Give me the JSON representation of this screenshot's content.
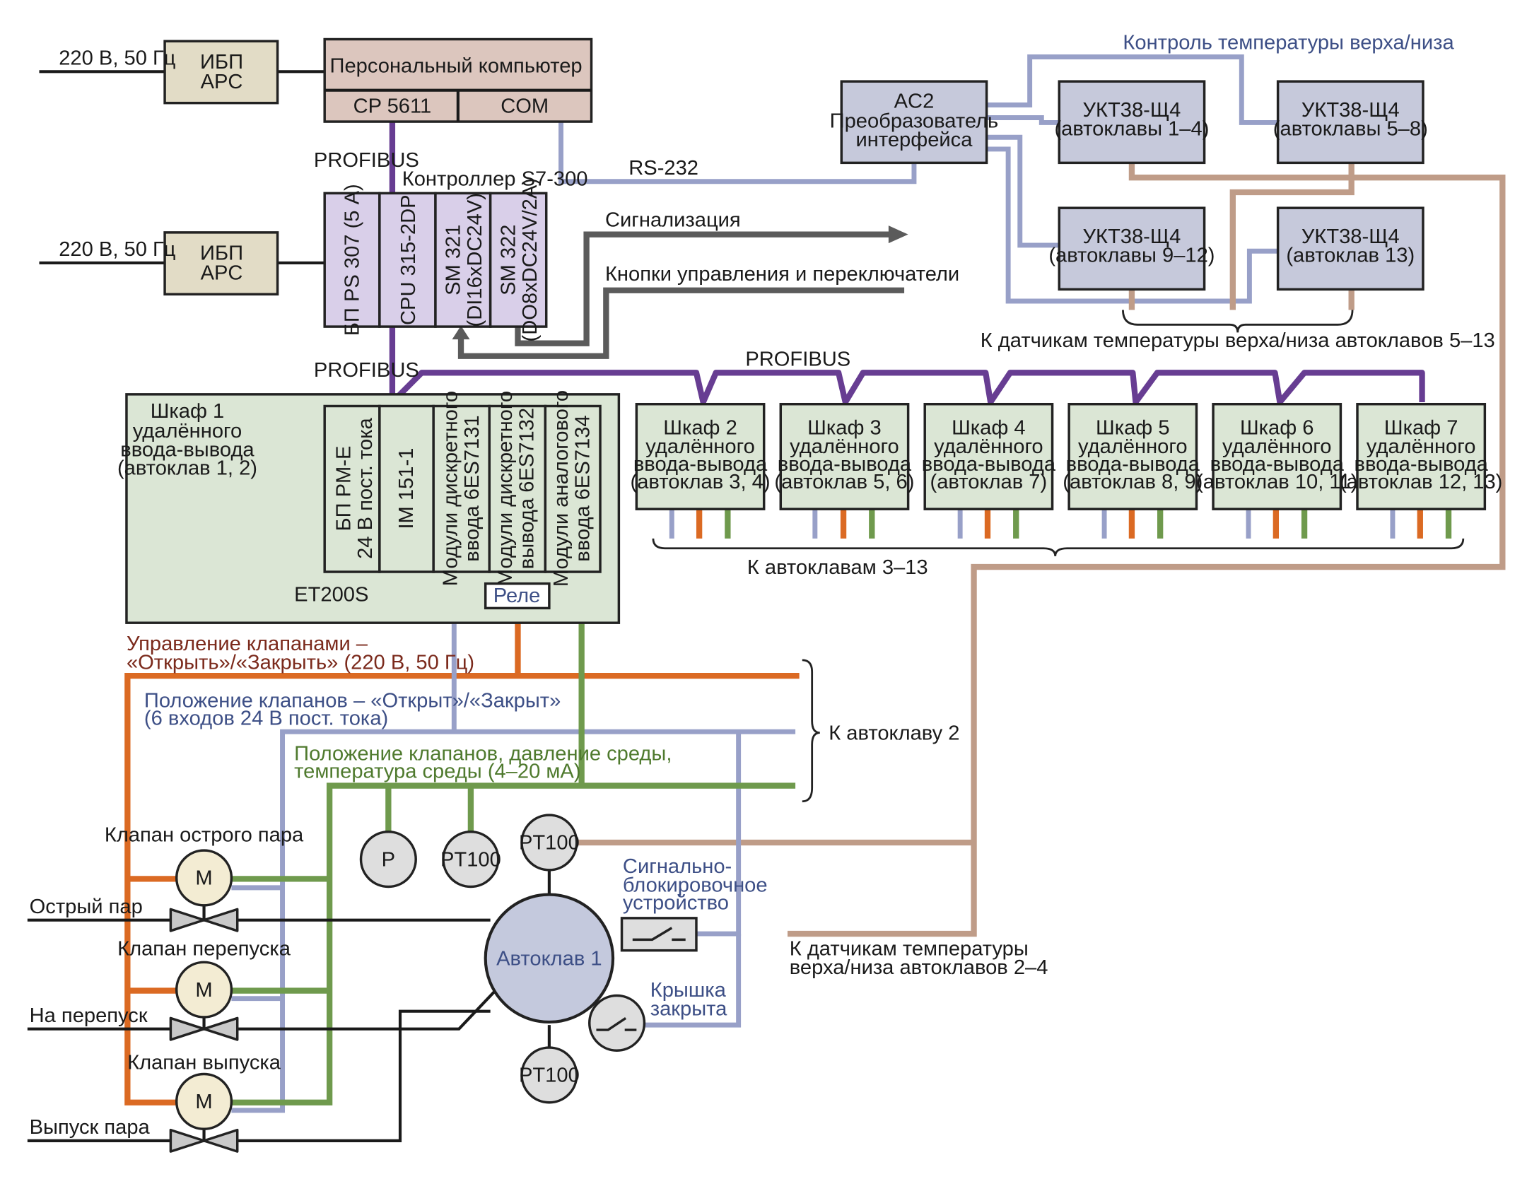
{
  "power": {
    "supply1": "220 В, 50 Гц",
    "supply2": "220 В, 50 Гц"
  },
  "ups1": {
    "line1": "ИБП",
    "line2": "APC"
  },
  "ups2": {
    "line1": "ИБП",
    "line2": "APC"
  },
  "pc": {
    "title": "Персональный компьютер",
    "port1": "CP 5611",
    "port2": "COM"
  },
  "bus": {
    "profibus_top": "PROFIBUS",
    "profibus_mid": "PROFIBUS",
    "profibus_right": "PROFIBUS",
    "rs232": "RS-232"
  },
  "controller": {
    "title": "Контроллер S7-300",
    "modules": [
      {
        "line1": "БП PS 307 (5 А)",
        "line2": ""
      },
      {
        "line1": "CPU 315-2DP",
        "line2": ""
      },
      {
        "line1": "SM 321",
        "line2": "(DI16xDC24V)"
      },
      {
        "line1": "SM 322",
        "line2": "(DO8xDC24V/2A)"
      }
    ]
  },
  "signals": {
    "alarm": "Сигнализация",
    "buttons": "Кнопки управления и переключатели"
  },
  "converter": {
    "line1": "AC2",
    "line2": "Преобразователь",
    "line3": "интерфейса"
  },
  "temperature": {
    "title": "Контроль температуры верха/низа",
    "units": [
      {
        "line1": "УКТ38-Щ4",
        "line2": "(автоклавы 1–4)"
      },
      {
        "line1": "УКТ38-Щ4",
        "line2": "(автоклавы 5–8)"
      },
      {
        "line1": "УКТ38-Щ4",
        "line2": "(автоклавы 9–12)"
      },
      {
        "line1": "УКТ38-Щ4",
        "line2": "(автоклав 13)"
      }
    ],
    "sensors_5_13": "К датчикам температуры верха/низа автоклавов 5–13",
    "sensors_2_4_line1": "К датчикам температуры",
    "sensors_2_4_line2": "верха/низа автоклавов 2–4"
  },
  "cabinet1": {
    "line1": "Шкаф 1",
    "line2": "удалённого",
    "line3": "ввода-вывода",
    "line4": "(автоклав 1, 2)",
    "et": "ET200S",
    "relay": "Реле",
    "modules": [
      {
        "line1": "БП PM-E",
        "line2": "24 В пост. тока"
      },
      {
        "line1": "IM 151-1",
        "line2": ""
      },
      {
        "line1": "Модули дискретного",
        "line2": "ввода 6ES7131"
      },
      {
        "line1": "Модули дискретного",
        "line2": "вывода 6ES7132"
      },
      {
        "line1": "Модули аналогового",
        "line2": "ввода 6ES7134"
      }
    ]
  },
  "cabinets": [
    {
      "line1": "Шкаф 2",
      "line2": "удалённого",
      "line3": "ввода-вывода",
      "line4": "(автоклав 3, 4)"
    },
    {
      "line1": "Шкаф 3",
      "line2": "удалённого",
      "line3": "ввода-вывода",
      "line4": "(автоклав 5, 6)"
    },
    {
      "line1": "Шкаф 4",
      "line2": "удалённого",
      "line3": "ввода-вывода",
      "line4": "(автоклав 7)"
    },
    {
      "line1": "Шкаф 5",
      "line2": "удалённого",
      "line3": "ввода-вывода",
      "line4": "(автоклав 8, 9)"
    },
    {
      "line1": "Шкаф 6",
      "line2": "удалённого",
      "line3": "ввода-вывода",
      "line4": "(автоклав 10, 11)"
    },
    {
      "line1": "Шкаф 7",
      "line2": "удалённого",
      "line3": "ввода-вывода",
      "line4": "(автоклав 12, 13)"
    }
  ],
  "autoclaves_3_13": "К автоклавам 3–13",
  "lines": {
    "valve_control_1": "Управление клапанами –",
    "valve_control_2": "«Открыть»/«Закрыть» (220 В, 50 Гц)",
    "valve_position_1": "Положение клапанов – «Открыт»/«Закрыт»",
    "valve_position_2": "(6 входов 24 В пост. тока)",
    "analog_1": "Положение клапанов, давление среды,",
    "analog_2": "температура среды (4–20 мА)",
    "to_autoclave2": "К автоклаву 2"
  },
  "field": {
    "valve1": "Клапан острого пара",
    "valve2": "Клапан перепуска",
    "valve3": "Клапан выпуска",
    "motor": "M",
    "pipe1": "Острый пар",
    "pipe2": "На перепуск",
    "pipe3": "Выпуск пара",
    "pressure": "P",
    "pt100": "PT100",
    "autoclave": "Автоклав 1",
    "lock_1": "Сигнально-",
    "lock_2": "блокировочное",
    "lock_3": "устройство",
    "lid_1": "Крышка",
    "lid_2": "закрыта"
  }
}
